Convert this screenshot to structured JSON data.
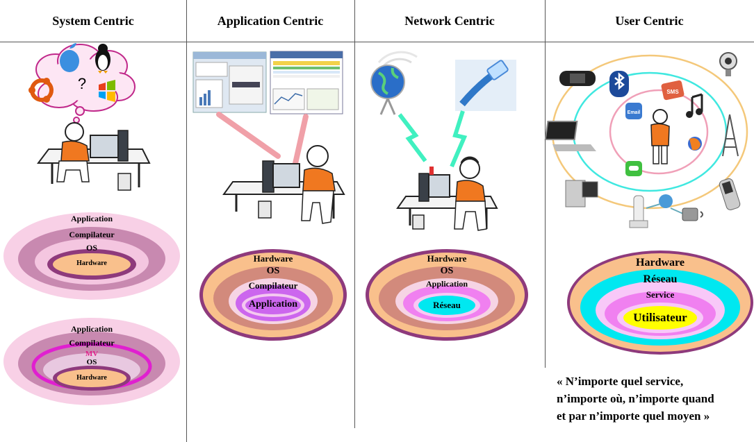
{
  "columns": [
    {
      "title": "System Centric"
    },
    {
      "title": "Application Centric"
    },
    {
      "title": "Network Centric"
    },
    {
      "title": "User Centric"
    }
  ],
  "system_centric": {
    "cloud_mark": "?",
    "stack1": [
      "Application",
      "Compilateur",
      "OS",
      "Hardware"
    ],
    "stack2": [
      "Application",
      "Compilateur",
      "MV",
      "OS",
      "Hardware"
    ]
  },
  "application_centric": {
    "stack": [
      "Hardware",
      "OS",
      "Compilateur",
      "Application"
    ]
  },
  "network_centric": {
    "stack": [
      "Hardware",
      "OS",
      "Application",
      "Réseau"
    ]
  },
  "user_centric": {
    "stack": [
      "Hardware",
      "Réseau",
      "Service",
      "Utilisateur"
    ],
    "quote_lines": [
      "« N’importe quel service,",
      "n’importe où, n’importe quand",
      "et par n’importe quel moyen »"
    ],
    "icons": {
      "sms": "SMS",
      "email": "Email"
    }
  },
  "colors": {
    "pink_light": "#f8d0e6",
    "mauve": "#c889b0",
    "purple": "#8e3a7c",
    "peach": "#f9c08c",
    "magenta": "#e020d0",
    "cyan": "#00e8f0",
    "violet": "#cc66ee",
    "yellow": "#ffff00"
  }
}
